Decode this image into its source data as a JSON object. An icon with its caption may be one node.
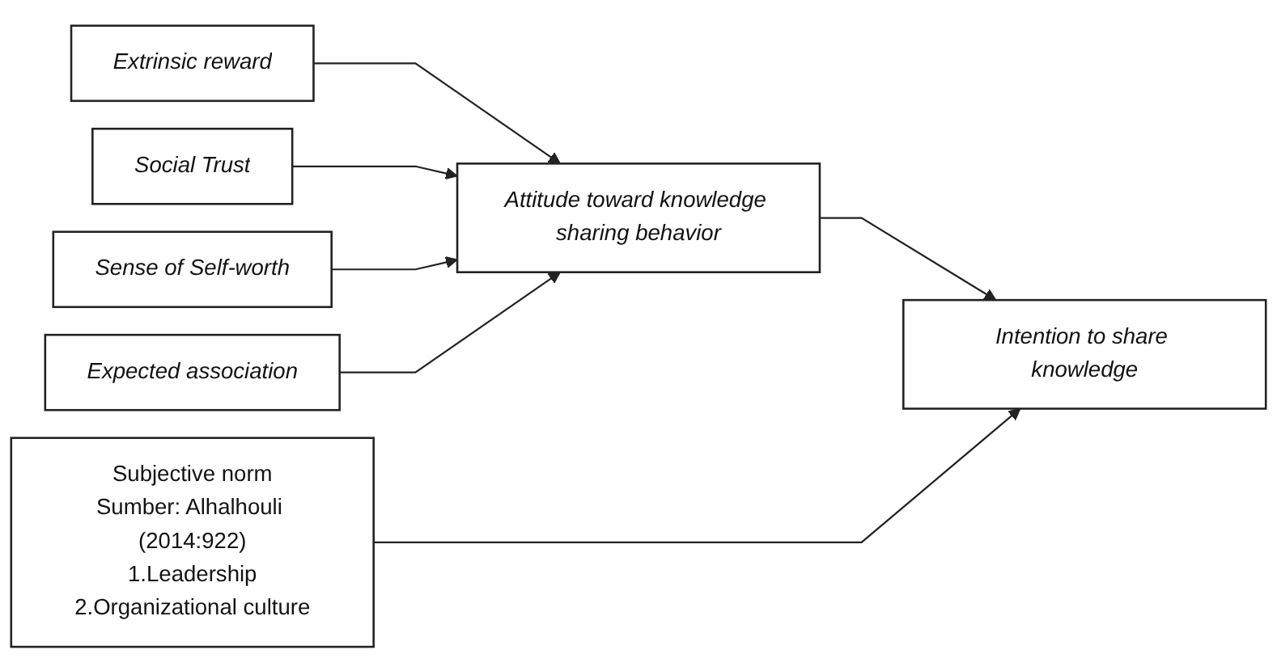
{
  "diagram": {
    "nodes": [
      {
        "text": [
          "Subjective norm",
          "Sumber: Alhalhouli (2014:922)",
          "1.Leadership",
          "2.Organizational culture"
        ]
      },
      {
        "text": [
          "Extrinsic reward"
        ]
      },
      {
        "text": [
          "Social Trust"
        ]
      },
      {
        "text": [
          "Sense of Self-worth"
        ]
      },
      {
        "text": [
          "Expected association"
        ]
      },
      {
        "text": [
          "Attitude toward knowledge sharing behavior"
        ]
      },
      {
        "text": [
          "Intention to share knowledge"
        ]
      }
    ],
    "edges": [
      {
        "from": 1,
        "to": 5,
        "arrow": "to"
      },
      {
        "from": 2,
        "to": 5,
        "arrow": "to"
      },
      {
        "from": 3,
        "to": 5,
        "arrow": "to"
      },
      {
        "from": 4,
        "to": 5,
        "arrow": "to"
      },
      {
        "from": 5,
        "to": 6,
        "arrow": "to"
      },
      {
        "from": 0,
        "to": 6,
        "arrow": "to"
      }
    ]
  }
}
